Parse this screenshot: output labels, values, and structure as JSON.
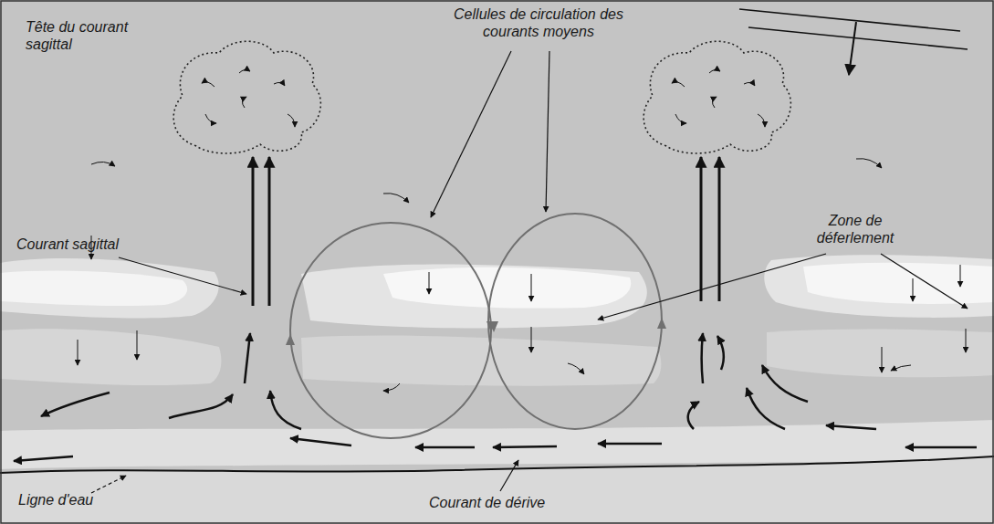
{
  "diagram": {
    "labels": [
      "Tête du courant sagittal",
      "Cellules de circulation des courants moyens",
      "Courant sagittal",
      "Zone de déferlement",
      "Ligne d'eau",
      "Courant de dérive"
    ]
  }
}
